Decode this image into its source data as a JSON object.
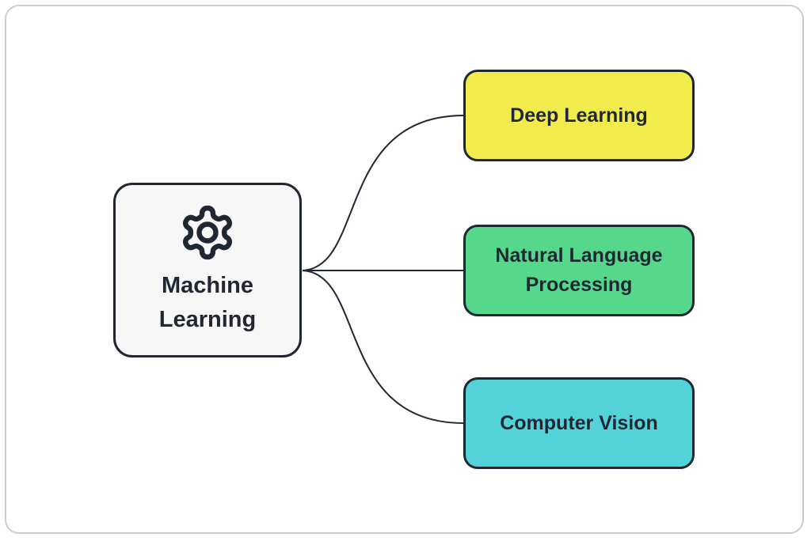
{
  "diagram": {
    "ink_color": "#1f2733",
    "frame_border_color": "#c9cdd2",
    "background_color": "#ffffff",
    "root": {
      "label": "Machine Learning",
      "icon": "gear-icon",
      "bg": "#f7f7f8",
      "border": "#1f2733"
    },
    "children": [
      {
        "label": "Deep Learning",
        "color": "#f2eb4e"
      },
      {
        "label": "Natural Language Processing",
        "color": "#56d88c"
      },
      {
        "label": "Computer Vision",
        "color": "#54d2da"
      }
    ]
  }
}
